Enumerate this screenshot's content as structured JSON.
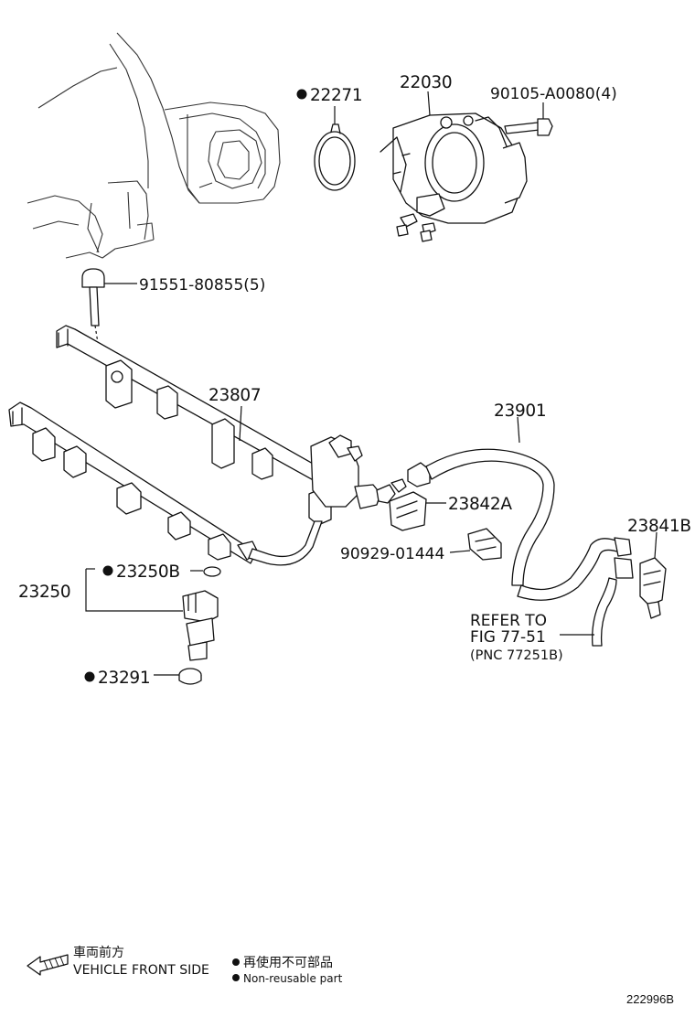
{
  "diagram": {
    "part_labels": {
      "gasket_22271": "22271",
      "throttle_22030": "22030",
      "bolt_90105": "90105-A0080(4)",
      "bolt_91551": "91551-80855(5)",
      "delivery_pipe_23807": "23807",
      "fuel_hose_23901": "23901",
      "clamp_23842a": "23842A",
      "clip_90929": "90929-01444",
      "clamp_23841b": "23841B",
      "oring_23250b": "23250B",
      "injector_23250": "23250",
      "insulator_23291": "23291"
    },
    "refer": {
      "line1": "REFER TO",
      "line2": "FIG 77-51",
      "line3": "(PNC 77251B)"
    },
    "non_reusable_parts": [
      "22271",
      "23250B",
      "23291"
    ],
    "legend": {
      "front_jp": "車両前方",
      "front_en": "VEHICLE FRONT SIDE",
      "nonreuse_jp": "再使用不可部品",
      "nonreuse_en": "Non-reusable part"
    },
    "figure_number": "222996B"
  }
}
